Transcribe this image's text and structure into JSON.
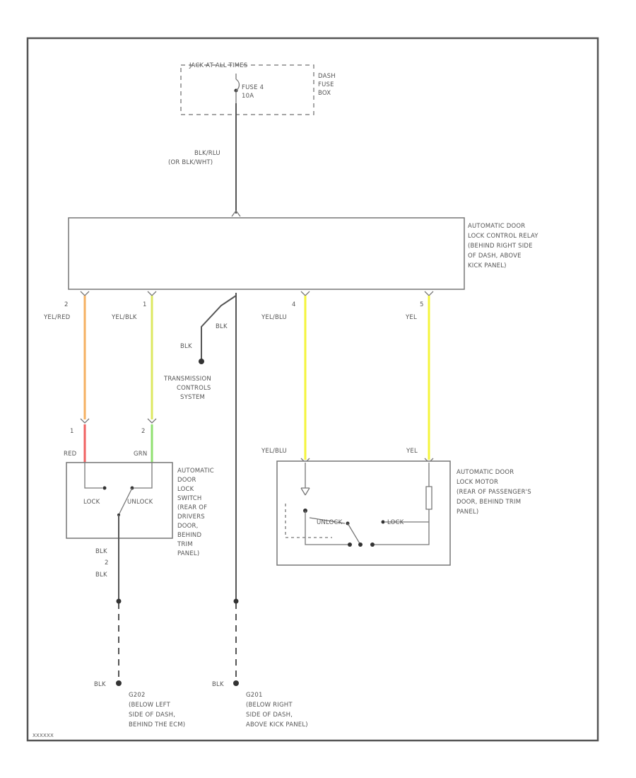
{
  "diagram_id": "XXXXXX",
  "colors": {
    "line": "#555555",
    "yel_red": "#F5B060",
    "red": "#F06060",
    "yel_blk": "#DDE860",
    "grn": "#90E070",
    "yellow": "#F4F43C"
  },
  "fuse_box": {
    "header": "JACK AT ALL TIMES",
    "fuse_line1": "FUSE 4",
    "fuse_line2": "10A",
    "side1": "DASH",
    "side2": "FUSE",
    "side3": "BOX"
  },
  "feed_wire": {
    "line1": "BLK/RLU",
    "line2": "(OR BLK/WHT)"
  },
  "relay": {
    "line1": "AUTOMATIC DOOR",
    "line2": "LOCK CONTROL RELAY",
    "line3": "(BEHIND RIGHT SIDE",
    "line4": "OF DASH, ABOVE",
    "line5": "KICK PANEL)"
  },
  "relay_pins": {
    "p2_left": "2",
    "p1_left": "1",
    "p4": "4",
    "p5": "5",
    "wire_yelred": "YEL/RED",
    "wire_yelblk": "YEL/BLK",
    "wire_yelblu": "YEL/BLU",
    "wire_yel": "YEL",
    "wire_blk": "BLK"
  },
  "trans": {
    "wire": "BLK",
    "line1": "TRANSMISSION",
    "line2": "CONTROLS",
    "line3": "SYSTEM"
  },
  "switch": {
    "pin1": "1",
    "pin2": "2",
    "wire_red": "RED",
    "wire_grn": "GRN",
    "lock": "LOCK",
    "unlock": "UNLOCK",
    "line1": "AUTOMATIC",
    "line2": "DOOR",
    "line3": "LOCK",
    "line4": "SWITCH",
    "line5": "(REAR OF",
    "line6": "DRIVERS",
    "line7": "DOOR,",
    "line8": "BEHIND",
    "line9": "TRIM",
    "line10": "PANEL)",
    "ground_wire_top": "BLK",
    "ground_pin": "2",
    "ground_wire_bot": "BLK"
  },
  "motor": {
    "wire_yelblu": "YEL/BLU",
    "wire_yel": "YEL",
    "unlock": "UNLOCK",
    "lock": "LOCK",
    "line1": "AUTOMATIC DOOR",
    "line2": "LOCK MOTOR",
    "line3": "(REAR OF PASSENGER'S",
    "line4": "DOOR, BEHIND TRIM",
    "line5": "PANEL)"
  },
  "grounds": {
    "g1_wire": "BLK",
    "g1_id": "G202",
    "g1_line1": "(BELOW LEFT",
    "g1_line2": "SIDE OF DASH,",
    "g1_line3": "BEHIND THE ECM)",
    "g2_wire": "BLK",
    "g2_id": "G201",
    "g2_line1": "(BELOW RIGHT",
    "g2_line2": "SIDE OF DASH,",
    "g2_line3": "ABOVE KICK PANEL)"
  }
}
